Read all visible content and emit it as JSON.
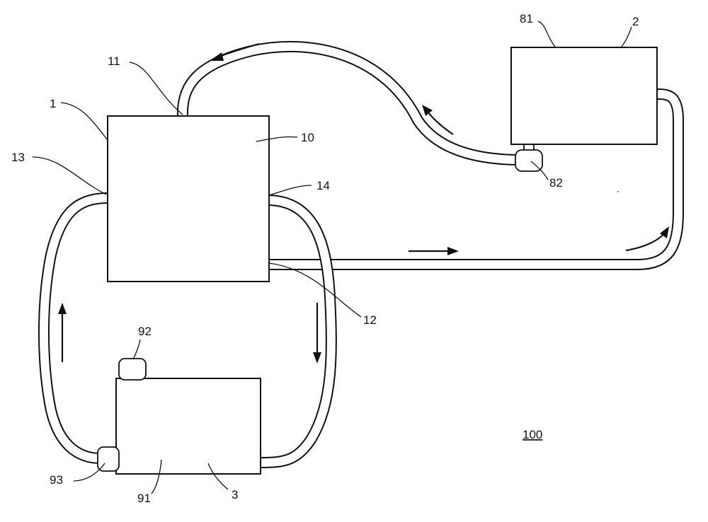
{
  "labels": {
    "unit_1": "1",
    "unit_2": "2",
    "unit_3": "3",
    "ref_10": "10",
    "ref_11": "11",
    "ref_12": "12",
    "ref_13": "13",
    "ref_14": "14",
    "ref_81": "81",
    "ref_82": "82",
    "ref_91": "91",
    "ref_92": "92",
    "ref_93": "93",
    "system_100": "100"
  },
  "colors": {
    "line": "#111111",
    "background": "#ffffff"
  }
}
